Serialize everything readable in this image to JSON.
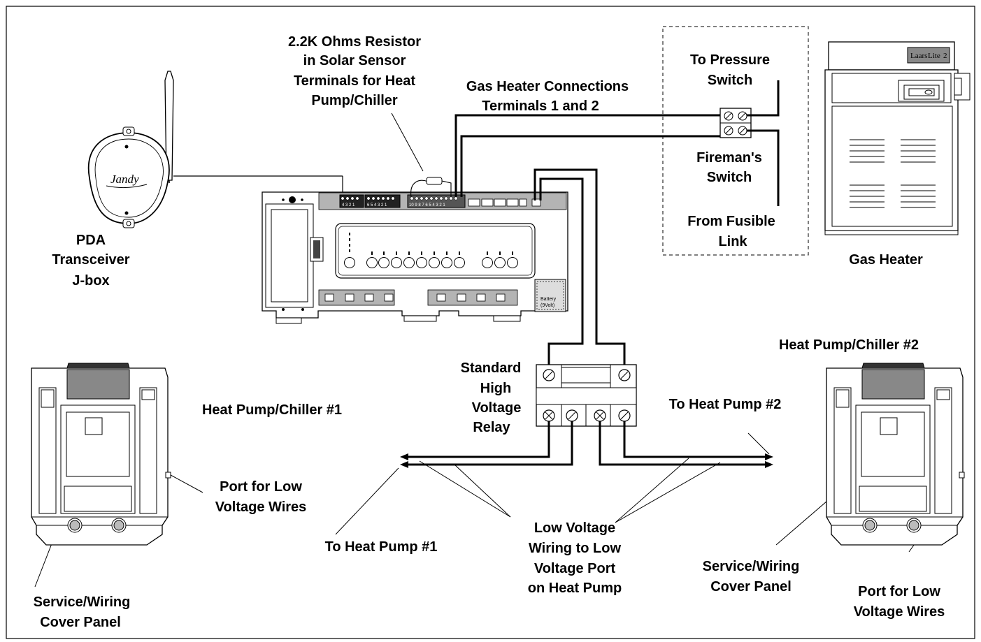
{
  "labels": {
    "resistor": [
      "2.2K Ohms Resistor",
      "in Solar Sensor",
      "Terminals for Heat",
      "Pump/Chiller"
    ],
    "gas_conn": [
      "Gas Heater Connections",
      "Terminals 1 and 2"
    ],
    "pressure": [
      "To Pressure",
      "Switch"
    ],
    "fireman": [
      "Fireman's",
      "Switch"
    ],
    "fusible": [
      "From Fusible",
      "Link"
    ],
    "gas_heater": "Gas Heater",
    "pda": [
      "PDA",
      "Transceiver",
      "J-box"
    ],
    "hp1": "Heat Pump/Chiller #1",
    "hp2": "Heat Pump/Chiller #2",
    "relay": [
      "Standard",
      "High",
      "Voltage",
      "Relay"
    ],
    "to_hp2": "To Heat Pump #2",
    "to_hp1": "To Heat Pump #1",
    "port1": [
      "Port for Low",
      "Voltage Wires"
    ],
    "port2": [
      "Port for Low",
      "Voltage Wires"
    ],
    "lv_wiring": [
      "Low Voltage",
      "Wiring to Low",
      "Voltage Port",
      "on Heat Pump"
    ],
    "svc1": [
      "Service/Wiring",
      "Cover Panel"
    ],
    "svc2": [
      "Service/Wiring",
      "Cover Panel"
    ]
  },
  "device_text": {
    "jandy": "Jandy",
    "laars": "Laars",
    "lite": "Lite",
    "lite_num": "2",
    "battery": [
      "Battery",
      "(9Volt)"
    ],
    "term_a": "4 3 2 1",
    "term_b": "6 5 4 3 2 1",
    "term_c": "10 9 8 7 6 5 4 3 2 1"
  }
}
